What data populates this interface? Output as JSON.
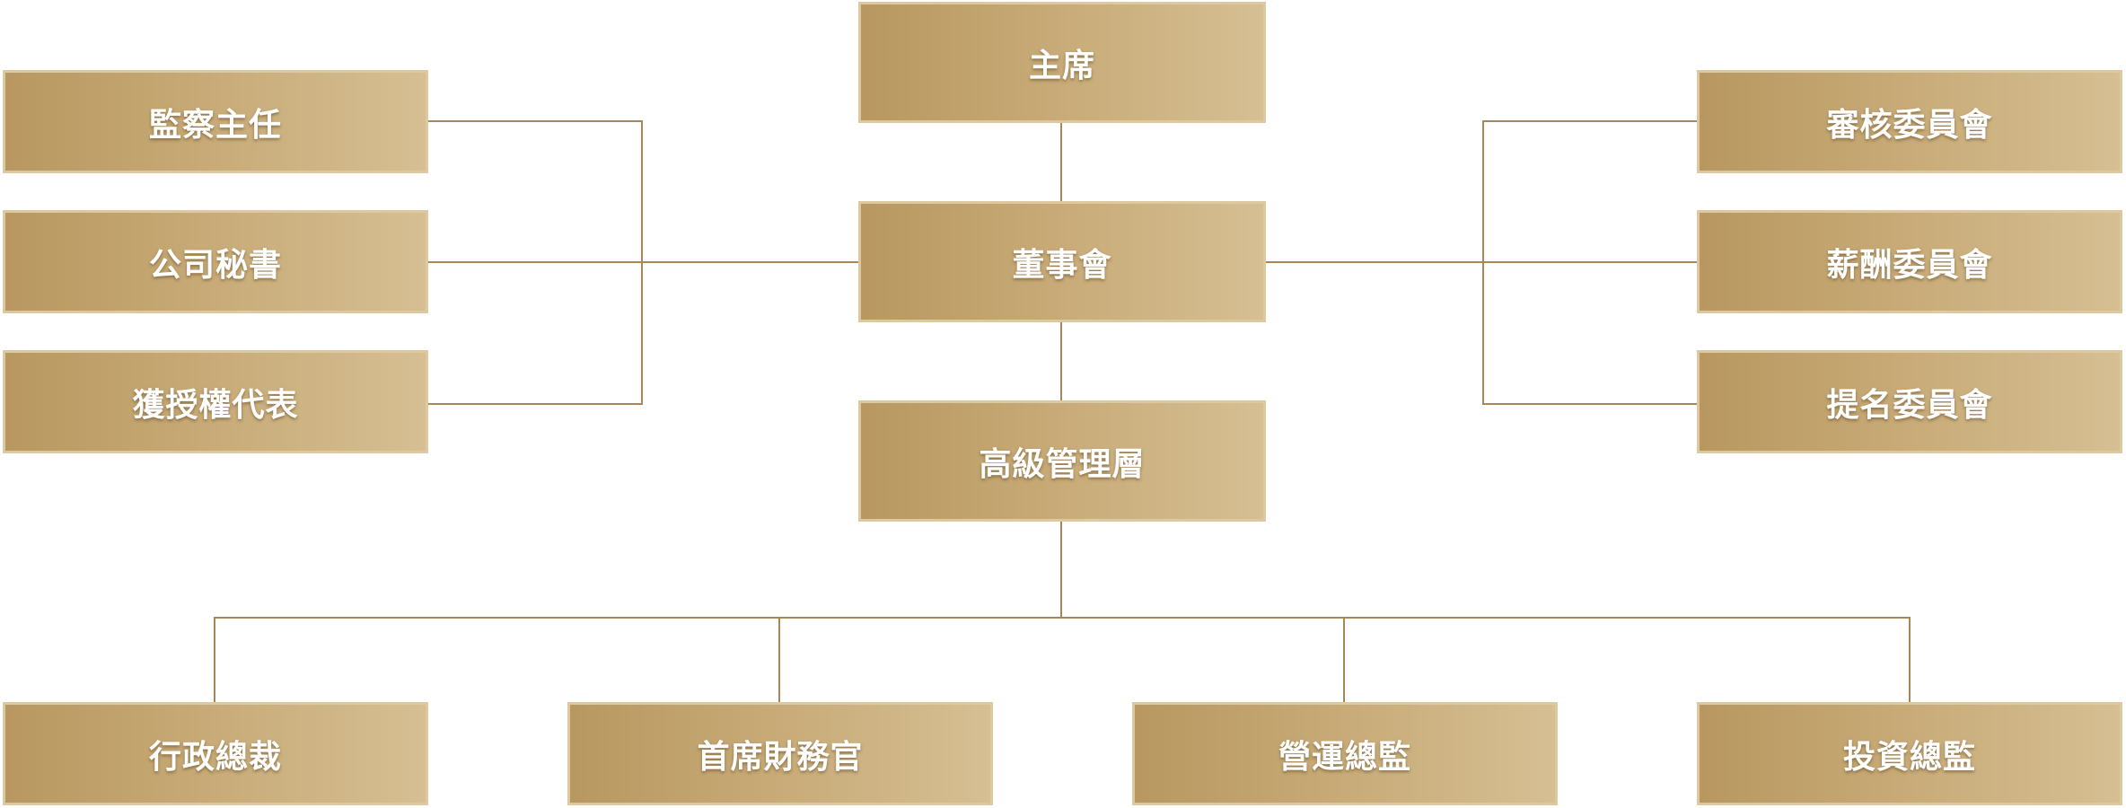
{
  "colors": {
    "box_gradient_start": "#b89860",
    "box_gradient_end": "#d6bf93",
    "box_border": "#dcc9a0",
    "connector": "#a88858",
    "text": "#ffffff"
  },
  "nodes": {
    "chairman": "主席",
    "board": "董事會",
    "senior_management": "高級管理層",
    "supervisor": "監察主任",
    "company_secretary": "公司秘書",
    "authorized_representative": "獲授權代表",
    "audit_committee": "審核委員會",
    "remuneration_committee": "薪酬委員會",
    "nomination_committee": "提名委員會",
    "ceo": "行政總裁",
    "cfo": "首席財務官",
    "coo": "營運總監",
    "cio": "投資總監"
  }
}
